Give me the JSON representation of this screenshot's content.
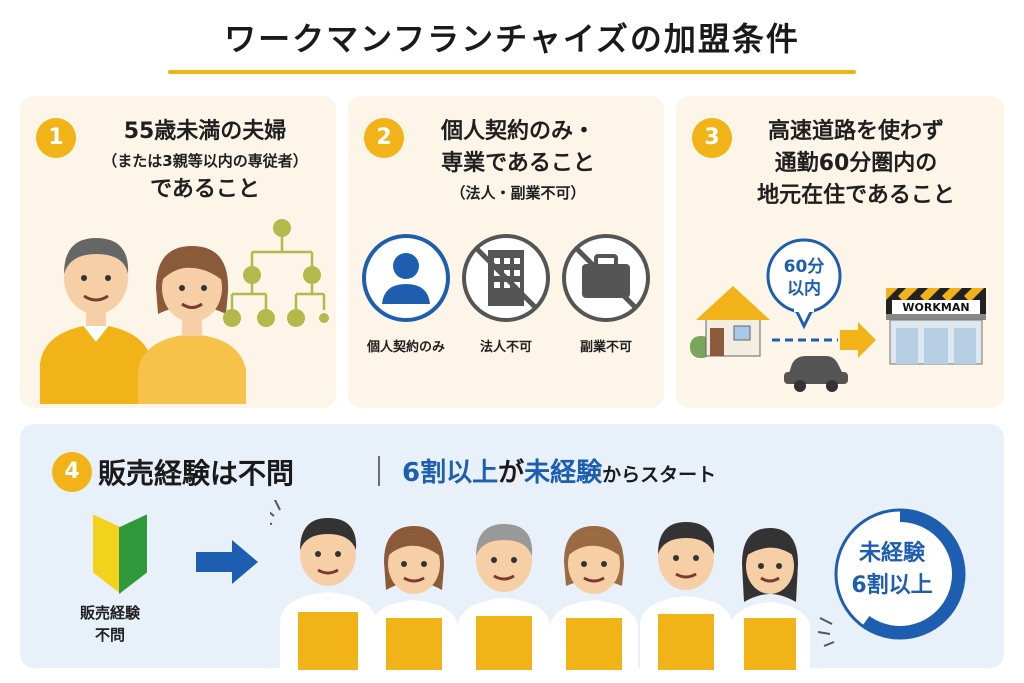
{
  "title": "ワークマンフランチャイズの加盟条件",
  "colors": {
    "accent": "#f2b318",
    "blue": "#1d5eb0",
    "card_bg": "#fdf6e8",
    "card4_bg": "#e8f0fa"
  },
  "cards": [
    {
      "number": "1",
      "line1": "55歳未満の夫婦",
      "line2": "（または3親等以内の専従者）",
      "line3": "であること"
    },
    {
      "number": "2",
      "line1": "個人契約のみ・",
      "line2": "専業であること",
      "line3": "（法人・副業不可）",
      "icons": [
        {
          "icon": "person-icon",
          "label": "個人契約のみ"
        },
        {
          "icon": "building-prohibited-icon",
          "label": "法人不可"
        },
        {
          "icon": "briefcase-prohibited-icon",
          "label": "副業不可"
        }
      ]
    },
    {
      "number": "3",
      "line1": "高速道路を使わず",
      "line2": "通勤60分圏内の",
      "line3": "地元在住であること",
      "bubble_line1": "60分",
      "bubble_line2": "以内",
      "store_sign": "WORKMAN"
    }
  ],
  "card4": {
    "number": "4",
    "heading": "販売経験は不問",
    "sub_blue1": "6割以上",
    "sub_mid": "が",
    "sub_blue2": "未経験",
    "sub_tail": "からスタート",
    "beginner_label1": "販売経験",
    "beginner_label2": "不問",
    "pie_line1": "未経験",
    "pie_line2": "6割以上",
    "pie_fraction": 0.6
  }
}
